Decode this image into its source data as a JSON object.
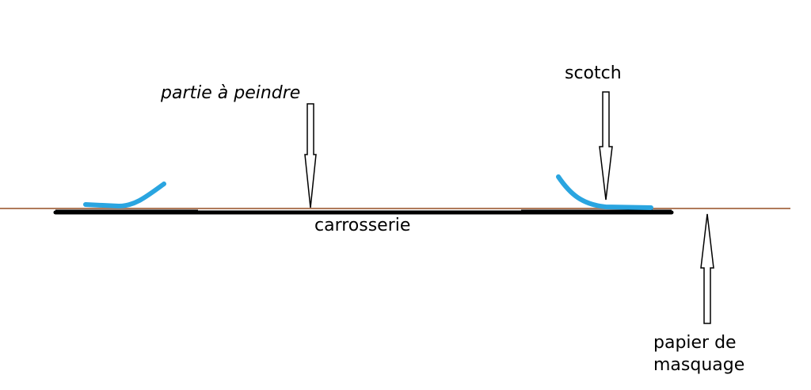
{
  "labels": {
    "paint_area": "partie à peindre",
    "tape": "scotch",
    "car_body": "carrosserie",
    "masking_paper_line1": "papier de",
    "masking_paper_line2": "masquage"
  },
  "colors": {
    "masking_paper": "#b07a5a",
    "car_body": "#000000",
    "tape": "#2aa5e0",
    "arrow": "#000000",
    "background": "#ffffff"
  }
}
